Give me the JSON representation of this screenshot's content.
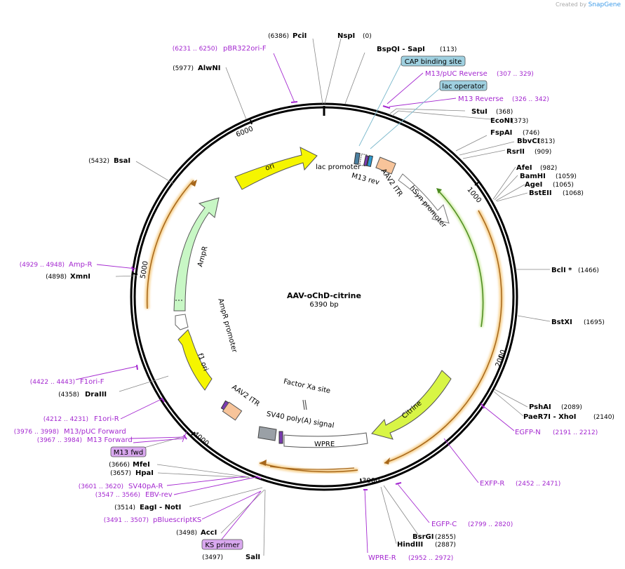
{
  "header": {
    "credit_prefix": "Created by",
    "credit_brand": "SnapGene"
  },
  "plasmid": {
    "name": "AAV-oChD-citrine",
    "size_label": "6390 bp",
    "length": 6390
  },
  "restriction_sites": [
    {
      "id": "pcii",
      "name": "PciI",
      "pos_label": "(6386)",
      "pos": 6386
    },
    {
      "id": "nspi",
      "name": "NspI",
      "pos_label": "(0)",
      "pos": 0
    },
    {
      "id": "bspqi-sapi",
      "name": "BspQI  - SapI",
      "pos_label": "(113)",
      "pos": 113
    },
    {
      "id": "stui",
      "name": "StuI",
      "pos_label": "(368)",
      "pos": 368
    },
    {
      "id": "econi",
      "name": "EcoNI",
      "pos_label": "(373)",
      "pos": 373
    },
    {
      "id": "fspai",
      "name": "FspAI",
      "pos_label": "(746)",
      "pos": 746
    },
    {
      "id": "bbvci",
      "name": "BbvCI",
      "pos_label": "(813)",
      "pos": 813
    },
    {
      "id": "rsrii",
      "name": "RsrII",
      "pos_label": "(909)",
      "pos": 909
    },
    {
      "id": "afei",
      "name": "AfeI",
      "pos_label": "(982)",
      "pos": 982
    },
    {
      "id": "bamhi",
      "name": "BamHI",
      "pos_label": "(1059)",
      "pos": 1059
    },
    {
      "id": "agei",
      "name": "AgeI",
      "pos_label": "(1065)",
      "pos": 1065
    },
    {
      "id": "bsteii",
      "name": "BstEII",
      "pos_label": "(1068)",
      "pos": 1068
    },
    {
      "id": "bcli",
      "name": "BclI *",
      "pos_label": "(1466)",
      "pos": 1466
    },
    {
      "id": "bstxi",
      "name": "BstXI",
      "pos_label": "(1695)",
      "pos": 1695
    },
    {
      "id": "pshai",
      "name": "PshAI",
      "pos_label": "(2089)",
      "pos": 2089
    },
    {
      "id": "paer7i-xhoi",
      "name": "PaeR7I  - XhoI",
      "pos_label": "(2140)",
      "pos": 2140
    },
    {
      "id": "bsrgi",
      "name": "BsrGI",
      "pos_label": "(2855)",
      "pos": 2855
    },
    {
      "id": "hindiii",
      "name": "HindIII",
      "pos_label": "(2887)",
      "pos": 2887
    },
    {
      "id": "sali",
      "name": "SalI",
      "pos_label": "(3497)",
      "pos": 3497
    },
    {
      "id": "acci",
      "name": "AccI",
      "pos_label": "(3498)",
      "pos": 3498
    },
    {
      "id": "eagi-noti",
      "name": "EagI  - NotI",
      "pos_label": "(3514)",
      "pos": 3514
    },
    {
      "id": "hpai",
      "name": "HpaI",
      "pos_label": "(3657)",
      "pos": 3657
    },
    {
      "id": "mfei",
      "name": "MfeI",
      "pos_label": "(3666)",
      "pos": 3666
    },
    {
      "id": "draiii",
      "name": "DraIII",
      "pos_label": "(4358)",
      "pos": 4358
    },
    {
      "id": "xmni",
      "name": "XmnI",
      "pos_label": "(4898)",
      "pos": 4898
    },
    {
      "id": "bsai",
      "name": "BsaI",
      "pos_label": "(5432)",
      "pos": 5432
    },
    {
      "id": "alwni",
      "name": "AlwNI",
      "pos_label": "(5977)",
      "pos": 5977
    }
  ],
  "primers": [
    {
      "id": "pbr322ori-f",
      "name": "pBR322ori-F",
      "range_label": "(6231 .. 6250)",
      "pos": 6240
    },
    {
      "id": "m13puc-reverse",
      "name": "M13/pUC Reverse",
      "range_label": "(307 .. 329)",
      "pos": 318
    },
    {
      "id": "m13-reverse",
      "name": "M13 Reverse",
      "range_label": "(326 .. 342)",
      "pos": 334
    },
    {
      "id": "egfp-n",
      "name": "EGFP-N",
      "range_label": "(2191 .. 2212)",
      "pos": 2201
    },
    {
      "id": "exfp-r",
      "name": "EXFP-R",
      "range_label": "(2452 .. 2471)",
      "pos": 2461
    },
    {
      "id": "egfp-c",
      "name": "EGFP-C",
      "range_label": "(2799 .. 2820)",
      "pos": 2809
    },
    {
      "id": "wpre-r",
      "name": "WPRE-R",
      "range_label": "(2952 .. 2972)",
      "pos": 2962
    },
    {
      "id": "pbluescriptks",
      "name": "pBluescriptKS",
      "range_label": "(3491 .. 3507)",
      "pos": 3499
    },
    {
      "id": "ebv-rev",
      "name": "EBV-rev",
      "range_label": "(3547 .. 3566)",
      "pos": 3556
    },
    {
      "id": "sv40pa-r",
      "name": "SV40pA-R",
      "range_label": "(3601 .. 3620)",
      "pos": 3610
    },
    {
      "id": "m13-forward",
      "name": "M13 Forward",
      "range_label": "(3967 .. 3984)",
      "pos": 3975
    },
    {
      "id": "m13puc-forward",
      "name": "M13/pUC Forward",
      "range_label": "(3976 .. 3998)",
      "pos": 3987
    },
    {
      "id": "f1ori-r",
      "name": "F1ori-R",
      "range_label": "(4212 .. 4231)",
      "pos": 4221
    },
    {
      "id": "f1ori-f",
      "name": "F1ori-F",
      "range_label": "(4422 .. 4443)",
      "pos": 4432
    },
    {
      "id": "amp-r",
      "name": "Amp-R",
      "range_label": "(4929 .. 4948)",
      "pos": 4938
    }
  ],
  "boxed_labels": [
    {
      "id": "cap-binding-site",
      "text": "CAP binding site"
    },
    {
      "id": "lac-operator",
      "text": "lac operator"
    },
    {
      "id": "m13-fwd",
      "text": "M13 fwd"
    },
    {
      "id": "ks-primer",
      "text": "KS primer"
    }
  ],
  "ticks": [
    "1000",
    "2000",
    "3000",
    "4000",
    "5000",
    "6000"
  ],
  "features": {
    "ori": "ori",
    "ampr": "AmpR",
    "ampr_promoter": "AmpR promoter",
    "f1_ori": "f1 ori",
    "lac_promoter": "lac promoter",
    "m13_rev": "M13 rev",
    "aav2_itr_top": "AAV2 ITR",
    "hsyn_promoter": "hSyn promoter",
    "citrine": "Citrine",
    "wpre": "WPRE",
    "sv40_polya": "SV40 poly(A) signal",
    "factor_xa": "Factor Xa site",
    "aav2_itr_bottom": "AAV2 ITR"
  },
  "colors": {
    "ori": "#f5f500",
    "ampr": "#c8f7c5",
    "f1_ori": "#f5f500",
    "citrine": "#d8f545",
    "hsyn": "#ffffff",
    "orf_arc": "#f0b34a",
    "green_arc": "#5aa02c",
    "itr": "#f7c49a",
    "primer": "#a428d0",
    "cap_box": "#9fd0e0",
    "primer_box": "#d9a8ef"
  }
}
